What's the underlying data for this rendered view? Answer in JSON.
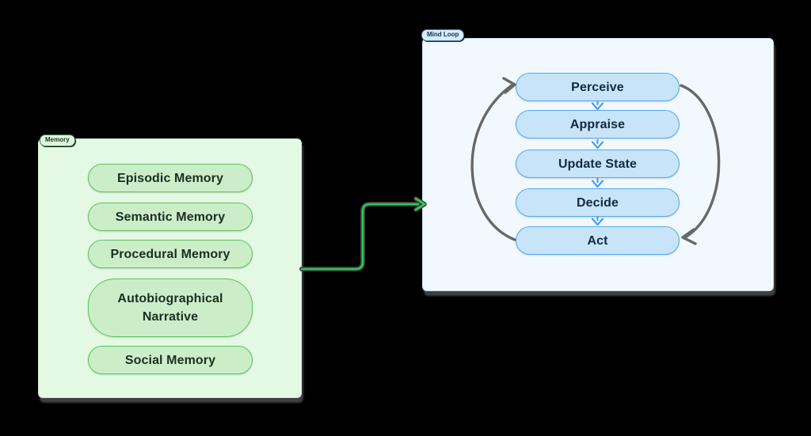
{
  "memory": {
    "label": "Memory",
    "items": [
      "Episodic Memory",
      "Semantic Memory",
      "Procedural Memory",
      "Autobiographical Narrative",
      "Social Memory"
    ]
  },
  "mind_loop": {
    "label": "Mind Loop",
    "items": [
      "Perceive",
      "Appraise",
      "Update State",
      "Decide",
      "Act"
    ]
  },
  "icons": {
    "flow_arrow": "down-arrow-icon",
    "loop_left": "counter-clockwise-loop-arrow",
    "loop_right": "clockwise-loop-arrow",
    "connector": "memory-to-mind-loop-arrow"
  },
  "colors": {
    "canvas_bg": "#000000",
    "memory_group_bg": "#e4f9e3",
    "memory_node_fill": "#cbeec9",
    "memory_node_border": "#5fc064",
    "memory_text": "#1b2e22",
    "mind_group_bg": "#f2f9fe",
    "mind_node_fill": "#c7e4f9",
    "mind_node_border": "#57a8ee",
    "mind_text": "#14293e",
    "flow_arrow": "#45a1ee",
    "loop_arrow": "#686868",
    "connector_green": "#2fc857"
  }
}
